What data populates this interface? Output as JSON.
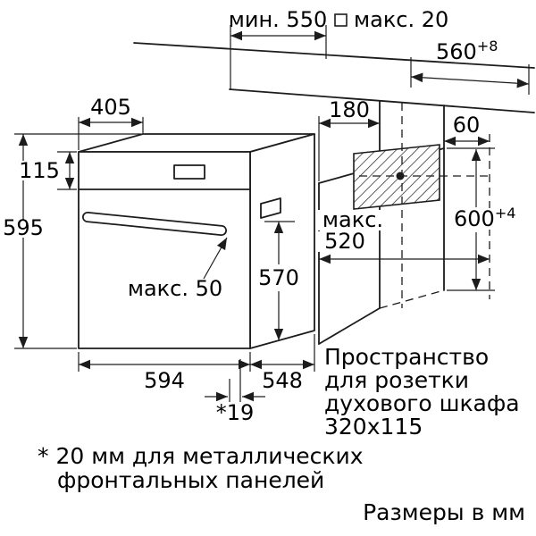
{
  "dims": {
    "min_550": "мин. 550",
    "max_20": "макс. 20",
    "niche_width": "560",
    "niche_width_tol": "+8",
    "top_405": "405",
    "left_115": "115",
    "left_595": "595",
    "socket_180": "180",
    "socket_60": "60",
    "niche_600": "600",
    "niche_600_tol": "+4",
    "max_depth_word": "макс.",
    "max_depth_value": "520",
    "body_570": "570",
    "handle_max_50": "макс. 50",
    "width_594": "594",
    "depth_548": "548",
    "protrusion_19": "*19"
  },
  "socket_note": [
    "Пространство",
    "для розетки",
    "духового шкафа",
    "320x115"
  ],
  "footnote": [
    "* 20 мм для металлических",
    "фронтальных панелей"
  ],
  "units_note": "Размеры в мм",
  "colors": {
    "line": "#1c1c1c",
    "background": "#ffffff"
  }
}
